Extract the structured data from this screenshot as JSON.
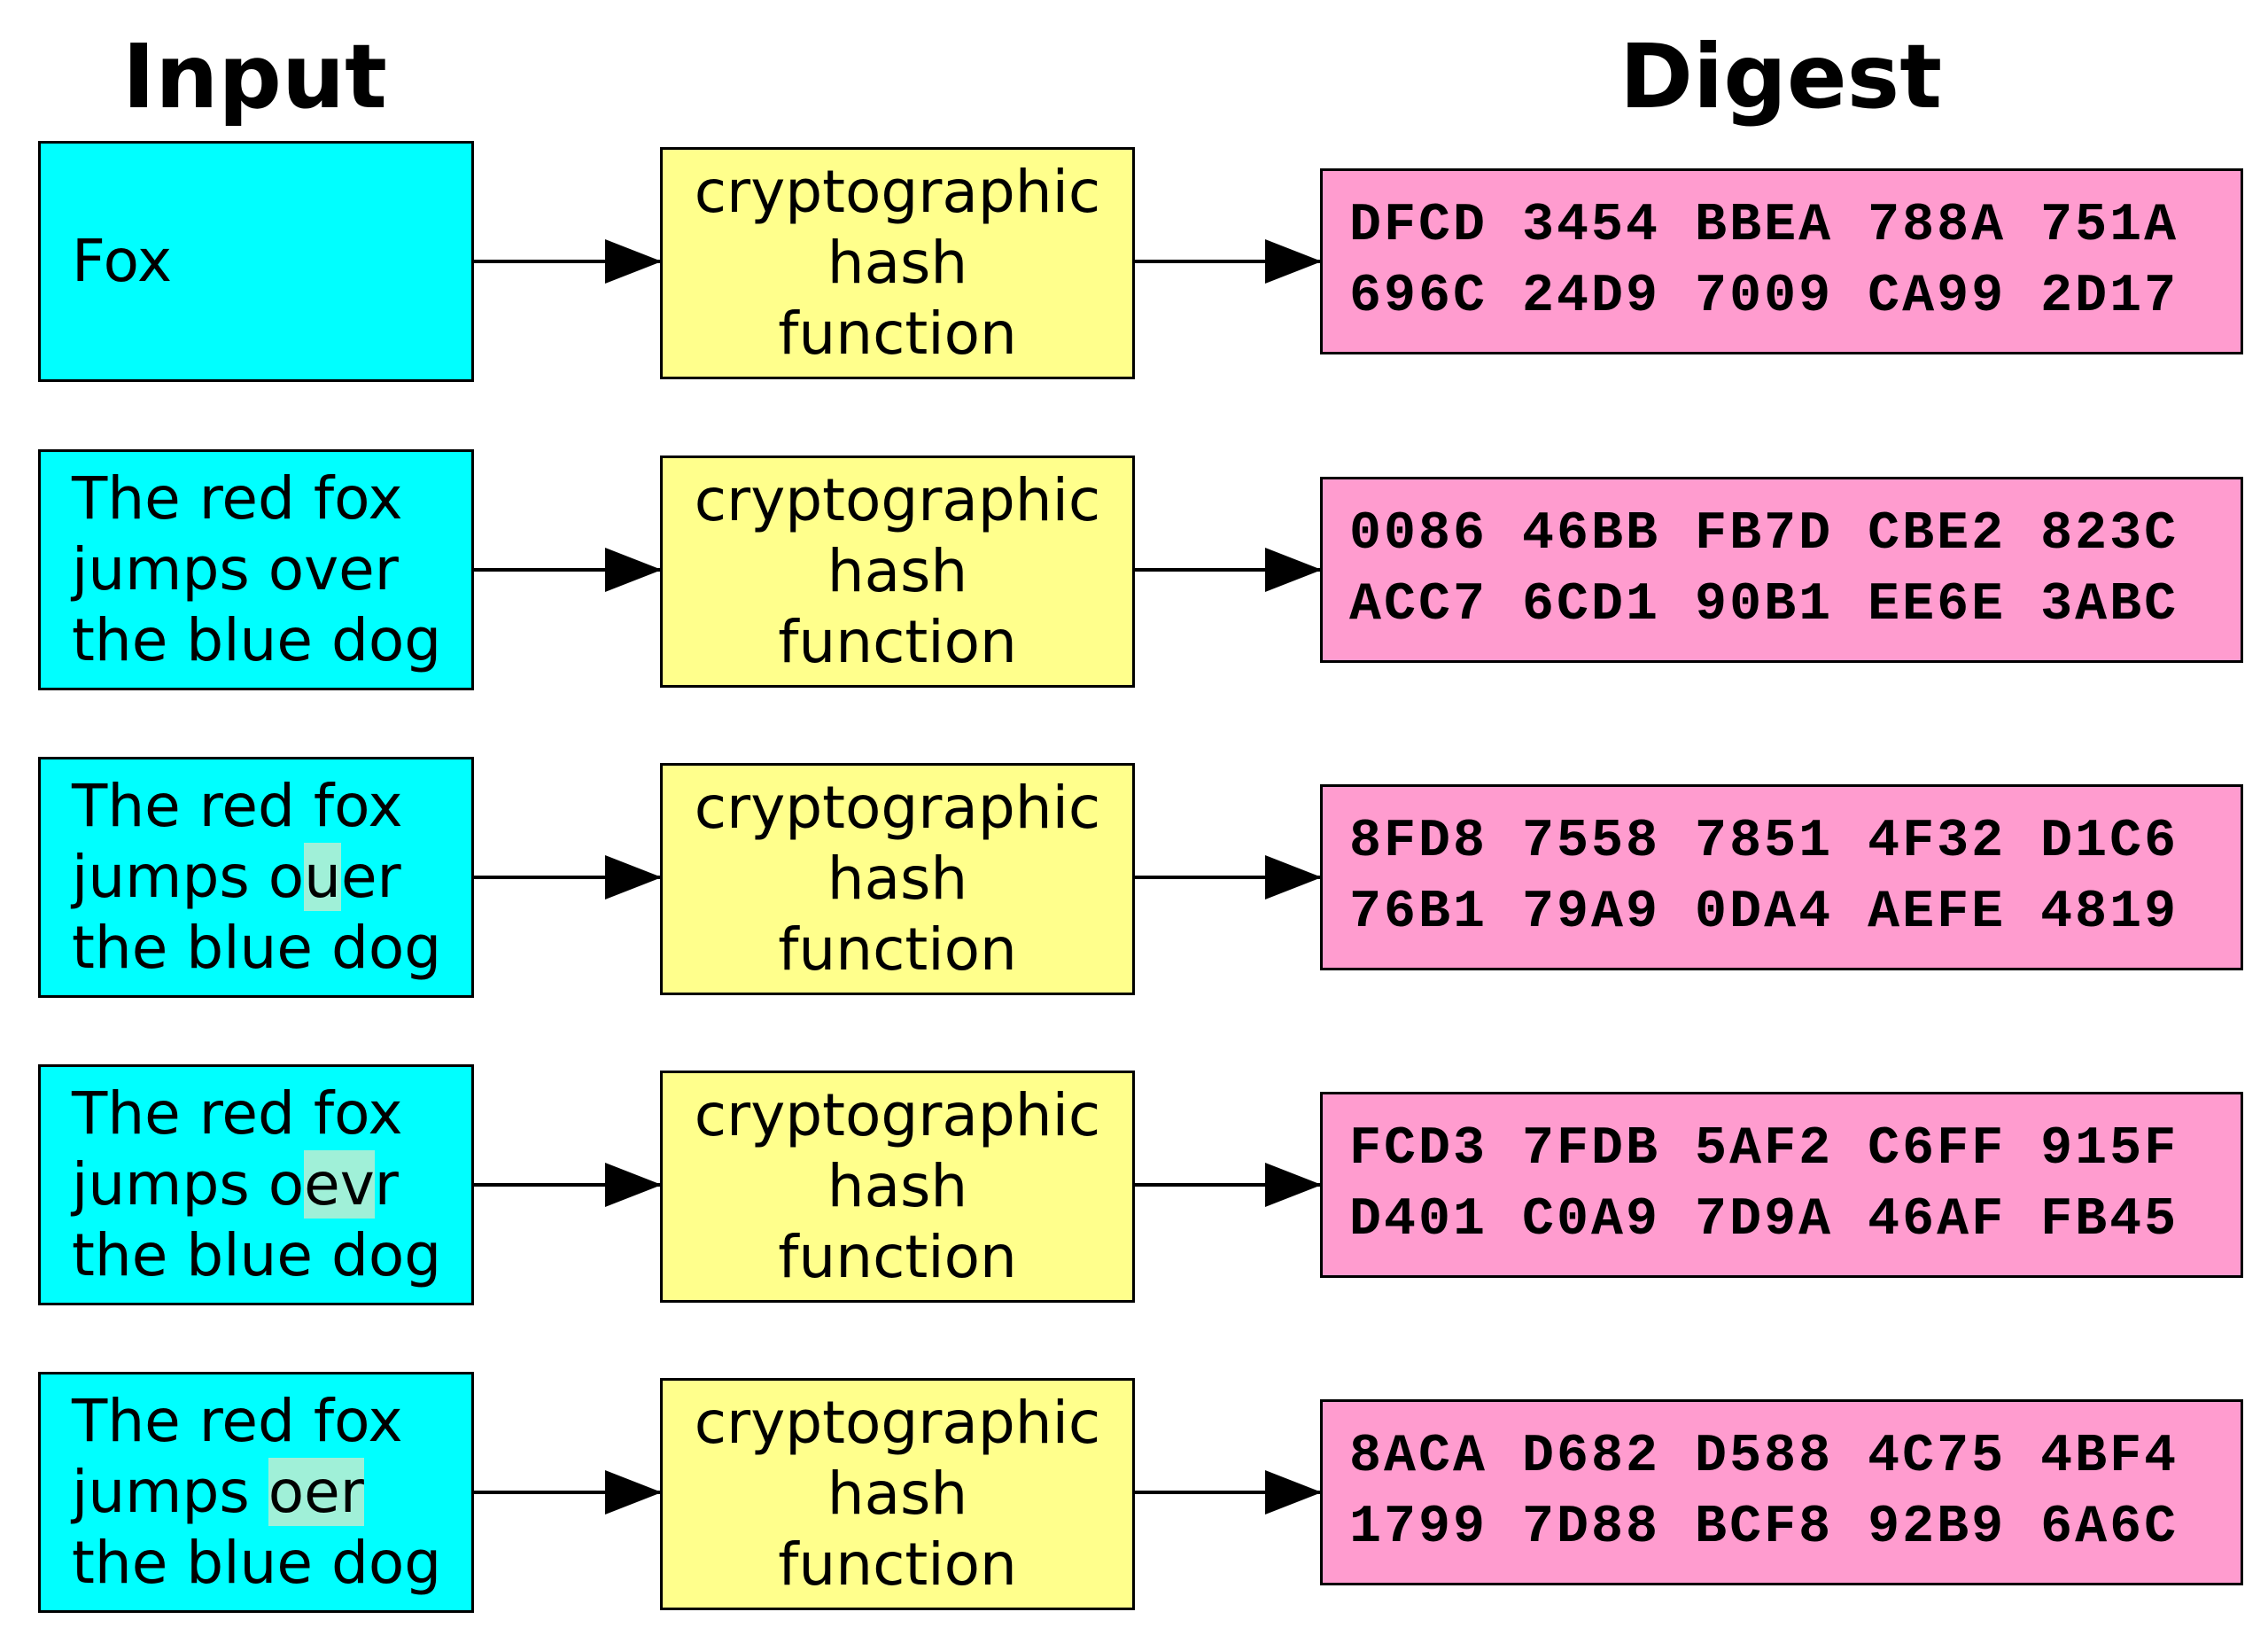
{
  "headers": {
    "input": "Input",
    "digest": "Digest"
  },
  "hash_label": [
    "cryptographic",
    "hash",
    "function"
  ],
  "rows": [
    {
      "input": [
        {
          "segments": [
            {
              "text": "Fox",
              "hl": false
            }
          ]
        }
      ],
      "digest": [
        "DFCD 3454 BBEA 788A 751A",
        "696C 24D9 7009 CA99 2D17"
      ]
    },
    {
      "input": [
        {
          "segments": [
            {
              "text": "The red fox",
              "hl": false
            }
          ]
        },
        {
          "segments": [
            {
              "text": "jumps over",
              "hl": false
            }
          ]
        },
        {
          "segments": [
            {
              "text": "the blue dog",
              "hl": false
            }
          ]
        }
      ],
      "digest": [
        "0086 46BB FB7D CBE2 823C",
        "ACC7 6CD1 90B1 EE6E 3ABC"
      ]
    },
    {
      "input": [
        {
          "segments": [
            {
              "text": "The red fox",
              "hl": false
            }
          ]
        },
        {
          "segments": [
            {
              "text": "jumps o",
              "hl": false
            },
            {
              "text": "u",
              "hl": true
            },
            {
              "text": "er",
              "hl": false
            }
          ]
        },
        {
          "segments": [
            {
              "text": "the blue dog",
              "hl": false
            }
          ]
        }
      ],
      "digest": [
        "8FD8 7558 7851 4F32 D1C6",
        "76B1 79A9 0DA4 AEFE 4819"
      ]
    },
    {
      "input": [
        {
          "segments": [
            {
              "text": "The red fox",
              "hl": false
            }
          ]
        },
        {
          "segments": [
            {
              "text": "jumps o",
              "hl": false
            },
            {
              "text": "ev",
              "hl": true
            },
            {
              "text": "r",
              "hl": false
            }
          ]
        },
        {
          "segments": [
            {
              "text": "the blue dog",
              "hl": false
            }
          ]
        }
      ],
      "digest": [
        "FCD3 7FDB 5AF2 C6FF 915F",
        "D401 C0A9 7D9A 46AF FB45"
      ]
    },
    {
      "input": [
        {
          "segments": [
            {
              "text": "The red fox",
              "hl": false
            }
          ]
        },
        {
          "segments": [
            {
              "text": "jumps ",
              "hl": false
            },
            {
              "text": "oer",
              "hl": true
            }
          ]
        },
        {
          "segments": [
            {
              "text": "the blue dog",
              "hl": false
            }
          ]
        }
      ],
      "digest": [
        "8ACA D682 D588 4C75 4BF4",
        "1799 7D88 BCF8 92B9 6A6C"
      ]
    }
  ],
  "colors": {
    "input_fill": "#00ffff",
    "hash_fill": "#ffff8c",
    "digest_fill": "#ff9ccf",
    "highlight": "#a0f0d8"
  }
}
